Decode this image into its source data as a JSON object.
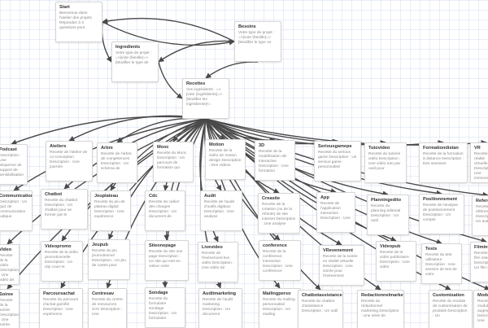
{
  "colors": {
    "edge": "#4a4a4a",
    "grid": "#c9d4f0",
    "node_border": "#d6d6d6"
  },
  "nodes": [
    {
      "id": "start",
      "title": "Start",
      "body": "Bienvenue dans l'atelier des projets Répondez à 3 questions pour"
    },
    {
      "id": "besoins",
      "title": "Besoins",
      "body": "Votre type de projet : =>[vote (famille)=> [Modifier le type vo"
    },
    {
      "id": "ingredients",
      "title": "Ingredients",
      "body": "Votre type de projet : =>[vote (famille)=> [Modifier le type de"
    },
    {
      "id": "recettes",
      "title": "Recettes",
      "body": "Vos ingrédients : =>[vote (ingrédients)=> [Modifier les ingrédients]<="
    },
    {
      "id": "podcast",
      "title": "Podcast",
      "body": "Description : Une séquence de support de sensibilisation"
    },
    {
      "id": "ateliers",
      "title": "Ateliers",
      "body": "Recette de l'atelier de co-conception Description : Une journée"
    },
    {
      "id": "arbre",
      "title": "Arbre",
      "body": "Recette de l'arbre de compétences Description : Un schéma de"
    },
    {
      "id": "mooc",
      "title": "Mooc",
      "body": "Recette du Mooc Description : Un parcours de formation qui"
    },
    {
      "id": "motion",
      "title": "Motion",
      "body": "Recette de la vidéo de motion design Description : Des vidéos"
    },
    {
      "id": "3d",
      "title": "3D",
      "body": "Recette de la modélisation 3D interactive Description : Une formation"
    },
    {
      "id": "seriousgame",
      "title": "Seriousgamepe",
      "body": "Recette du serious game Description : Un serious game personnalisé"
    },
    {
      "id": "tutovideo",
      "title": "Tutovideo",
      "body": "Recette du tutoriel vidéo Description : Une vidéo tuto par outil pour"
    },
    {
      "id": "formationdistance",
      "title": "Formationdistan",
      "body": "Recette de la formation à distance Description : Des sessions"
    },
    {
      "id": "vr",
      "title": "VR",
      "body": "Recette de la réalité virtuelle Description : Une immersion"
    },
    {
      "id": "communicationquiz",
      "title": "Communicationquiz",
      "body": "Description : Un quiz de communication ludique"
    },
    {
      "id": "chatbot",
      "title": "Chatbot",
      "body": "Recette du chatbot Description : Un chatbot pour se former par le"
    },
    {
      "id": "jeuplateau",
      "title": "Jeuplateau",
      "body": "Recette du jeu de plateau digital Description : Une expérience"
    },
    {
      "id": "cdc",
      "title": "Cdc",
      "body": "Recette du cahier des charges Description : Un document de"
    },
    {
      "id": "audit",
      "title": "Audit",
      "body": "Recette de l'audit d'outils digitaux Description : Une analyse"
    },
    {
      "id": "creasite",
      "title": "Creasite",
      "body": "Recette de la création (ou de la refonte) de site internet Description : Une analyse"
    },
    {
      "id": "app",
      "title": "App",
      "body": "Recette de l'application interactive Description : Une"
    },
    {
      "id": "planningedito",
      "title": "Planningedito",
      "body": "Recette du planning éditorial Description : Un outil"
    },
    {
      "id": "positionnement",
      "title": "Positionnement",
      "body": "Recette de l'analyse de positionnement Description : Un compte"
    },
    {
      "id": "referencement",
      "title": "Referencement",
      "body": "Recette du référencement Description : Un audit"
    },
    {
      "id": "videopromo",
      "title": "Videopromo",
      "body": "Recette de la vidéo promotionnelle Description : Un clip court et"
    },
    {
      "id": "video",
      "title": "Video",
      "body": "Recette de la vidéo Description : Une vidéo de"
    },
    {
      "id": "jeupub",
      "title": "Jeupub",
      "body": "Recette du jeu promotionnel Description : Un jeu de cartes pour"
    },
    {
      "id": "siteonepage",
      "title": "Siteonepage",
      "body": "Recette du site one page Description : Un site qui met en valeur votre"
    },
    {
      "id": "livevideo",
      "title": "Livevideo",
      "body": "Recette de l'événement live vidéo Description : Une vidéo de"
    },
    {
      "id": "conference",
      "title": "conference",
      "body": "Recette de la conférence interactive Description : Une conférence"
    },
    {
      "id": "vrevenement",
      "title": "VRevenement",
      "body": "Recette de la soirée en réalité virtuelle Description : Une soirée pour l'événement"
    },
    {
      "id": "videopub",
      "title": "Videopub",
      "body": "Recette de la vidéo publicitaire Description : Une vidéo"
    },
    {
      "id": "tests",
      "title": "Tests",
      "body": "Recette du test utilisateur Description : Une session de test de votre"
    },
    {
      "id": "filminterne",
      "title": "Filminterne",
      "body": "Recette du film interne Description : Un film sur le"
    },
    {
      "id": "soiree",
      "title": "Soiree",
      "body": "Recette de la soirée Description : Une soirée"
    },
    {
      "id": "parcoursachat",
      "title": "Parcoursachat",
      "body": "Recette du parcours d'achat gamifié Description : Une expérience"
    },
    {
      "id": "centresav",
      "title": "Centresav",
      "body": "Recette du centre de ressources SAV Description : Une"
    },
    {
      "id": "sondage",
      "title": "Sondage",
      "body": "Recette du formulaire sondage Description : Un formulaire"
    },
    {
      "id": "auditmarketing",
      "title": "Auditmarketing",
      "body": "Recette de l'audit marketing Description : Un document"
    },
    {
      "id": "mailingperso",
      "title": "Mailingperso",
      "body": "Recette du mailing personnalisé Description : Un mailing"
    },
    {
      "id": "chatbotassistance",
      "title": "Chatbotassistance",
      "body": "Recette du chatbot d'assistance Description : Un outil"
    },
    {
      "id": "redactionnelmarketing",
      "title": "Redactionnelmarketing",
      "body": "Recette du rédactionnel marketing Description : Une série de"
    },
    {
      "id": "customisation",
      "title": "Customisation",
      "body": "Recette du module de customisation de produits Description : Un"
    },
    {
      "id": "modulepers",
      "title": "Modulepers",
      "body": "Recette du module augmenté Description : Une"
    }
  ],
  "edges": [
    {
      "from": "start",
      "to": "besoins"
    },
    {
      "from": "besoins",
      "to": "start"
    },
    {
      "from": "start",
      "to": "ingredients"
    },
    {
      "from": "besoins",
      "to": "ingredients"
    },
    {
      "from": "ingredients",
      "to": "recettes"
    },
    {
      "from": "besoins",
      "to": "recettes"
    },
    {
      "from": "recettes",
      "to": "podcast"
    },
    {
      "from": "recettes",
      "to": "ateliers"
    },
    {
      "from": "recettes",
      "to": "arbre"
    },
    {
      "from": "recettes",
      "to": "mooc"
    },
    {
      "from": "recettes",
      "to": "motion"
    },
    {
      "from": "recettes",
      "to": "3d"
    },
    {
      "from": "recettes",
      "to": "seriousgame"
    },
    {
      "from": "recettes",
      "to": "tutovideo"
    },
    {
      "from": "recettes",
      "to": "formationdistance"
    },
    {
      "from": "recettes",
      "to": "vr"
    },
    {
      "from": "recettes",
      "to": "communicationquiz"
    },
    {
      "from": "recettes",
      "to": "chatbot"
    },
    {
      "from": "recettes",
      "to": "jeuplateau"
    },
    {
      "from": "recettes",
      "to": "cdc"
    },
    {
      "from": "recettes",
      "to": "audit"
    },
    {
      "from": "recettes",
      "to": "creasite"
    },
    {
      "from": "recettes",
      "to": "app"
    },
    {
      "from": "recettes",
      "to": "planningedito"
    },
    {
      "from": "recettes",
      "to": "positionnement"
    },
    {
      "from": "recettes",
      "to": "referencement"
    },
    {
      "from": "recettes",
      "to": "videopromo"
    },
    {
      "from": "recettes",
      "to": "video"
    },
    {
      "from": "recettes",
      "to": "jeupub"
    },
    {
      "from": "recettes",
      "to": "siteonepage"
    },
    {
      "from": "recettes",
      "to": "livevideo"
    },
    {
      "from": "recettes",
      "to": "conference"
    },
    {
      "from": "recettes",
      "to": "vrevenement"
    },
    {
      "from": "recettes",
      "to": "videopub"
    },
    {
      "from": "recettes",
      "to": "tests"
    },
    {
      "from": "recettes",
      "to": "filminterne"
    },
    {
      "from": "recettes",
      "to": "soiree"
    },
    {
      "from": "recettes",
      "to": "parcoursachat"
    },
    {
      "from": "recettes",
      "to": "centresav"
    },
    {
      "from": "recettes",
      "to": "sondage"
    },
    {
      "from": "recettes",
      "to": "auditmarketing"
    },
    {
      "from": "recettes",
      "to": "mailingperso"
    },
    {
      "from": "recettes",
      "to": "chatbotassistance"
    },
    {
      "from": "recettes",
      "to": "redactionnelmarketing"
    },
    {
      "from": "recettes",
      "to": "customisation"
    },
    {
      "from": "recettes",
      "to": "modulepers"
    }
  ]
}
